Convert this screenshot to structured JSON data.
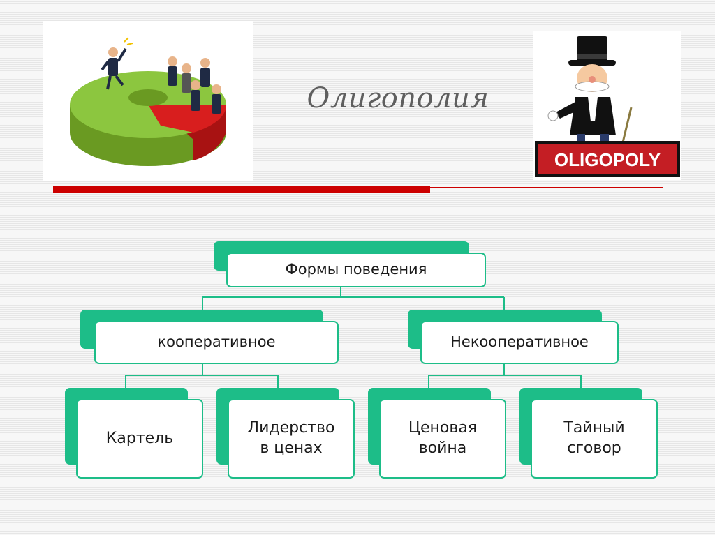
{
  "slide": {
    "title": "Олигополия",
    "accent_color": "#cc0000",
    "diagram_color": "#1dbd88"
  },
  "illustrations": {
    "left": {
      "subject": "pie-chart-with-businessmen-icon",
      "colors": [
        "#8cc63f",
        "#d81e1e"
      ]
    },
    "right": {
      "subject": "monopoly-man-icon",
      "logo_text": "OLIGOPOLY"
    }
  },
  "diagram": {
    "root": {
      "label": "Формы поведения"
    },
    "branches": [
      {
        "label": "кооперативное",
        "children": [
          {
            "label": "Картель"
          },
          {
            "label": "Лидерство\nв ценах"
          }
        ]
      },
      {
        "label": "Некооперативное",
        "children": [
          {
            "label": "Ценовая\nвойна"
          },
          {
            "label": "Тайный\nсговор"
          }
        ]
      }
    ]
  }
}
